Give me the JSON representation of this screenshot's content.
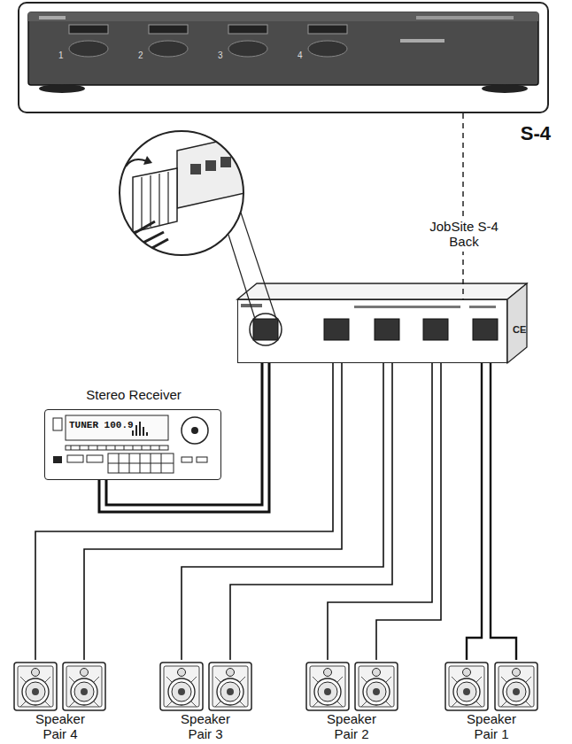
{
  "diagram": {
    "nodes": [
      {
        "text": [
          "S-4"
        ]
      },
      {
        "text": [
          "JobSite S-4 Back"
        ]
      },
      {
        "text": [
          "Stereo Receiver",
          "TUNER 100.9"
        ]
      },
      {
        "text": [
          "Speaker Pair 4"
        ]
      },
      {
        "text": [
          "Speaker Pair 3"
        ]
      },
      {
        "text": [
          "Speaker Pair 2"
        ]
      },
      {
        "text": [
          "Speaker Pair 1"
        ]
      }
    ],
    "edges": [
      {
        "from": 0,
        "to": 1,
        "arrow": "none"
      },
      {
        "from": 2,
        "to": 1,
        "arrow": "none"
      },
      {
        "from": 1,
        "to": 3,
        "arrow": "none"
      },
      {
        "from": 1,
        "to": 4,
        "arrow": "none"
      },
      {
        "from": 1,
        "to": 5,
        "arrow": "none"
      },
      {
        "from": 1,
        "to": 6,
        "arrow": "none"
      }
    ],
    "labels": [
      "1",
      "2",
      "3",
      "4",
      "CE"
    ]
  }
}
